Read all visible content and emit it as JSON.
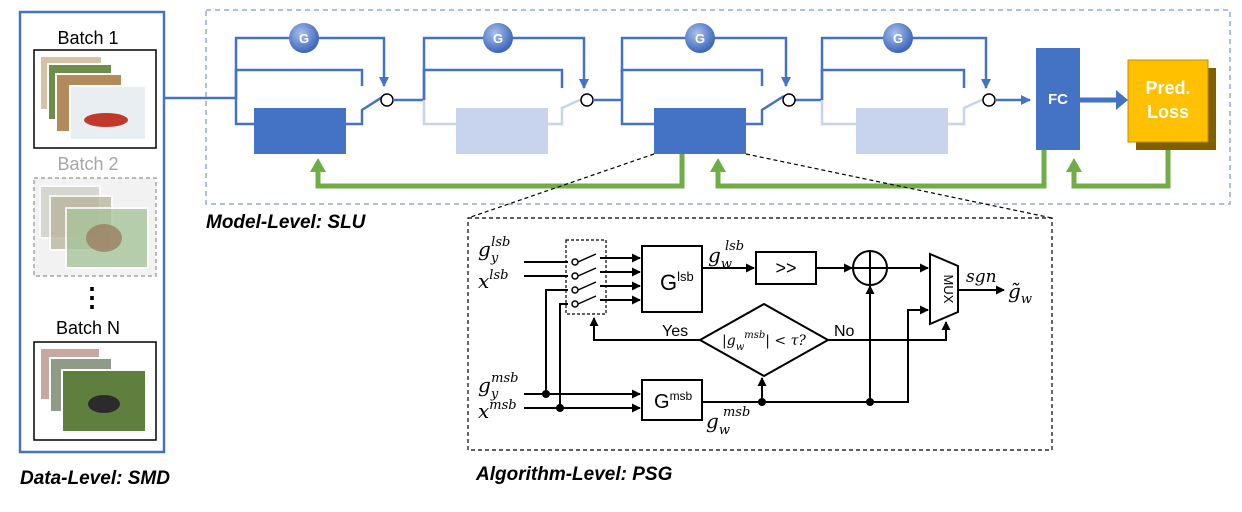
{
  "data_level": {
    "caption": "Data-Level: SMD",
    "batches": [
      {
        "label": "Batch 1",
        "state": "active"
      },
      {
        "label": "Batch 2",
        "state": "skipped"
      },
      {
        "label": "Batch N",
        "state": "active"
      }
    ],
    "ellipsis": "⋮"
  },
  "model_level": {
    "caption": "Model-Level: SLU",
    "gate_label": "G",
    "fc_label": "FC",
    "pred_loss_line1": "Pred.",
    "pred_loss_line2": "Loss",
    "layers": [
      {
        "state": "active"
      },
      {
        "state": "skipped"
      },
      {
        "state": "active"
      },
      {
        "state": "skipped"
      }
    ]
  },
  "algorithm_level": {
    "caption": "Algorithm-Level: PSG",
    "inputs": {
      "gy_lsb": "g",
      "gy_lsb_sub": "y",
      "gy_lsb_sup": "lsb",
      "x_lsb": "x",
      "x_lsb_sup": "lsb",
      "gy_msb": "g",
      "gy_msb_sub": "y",
      "gy_msb_sup": "msb",
      "x_msb": "x",
      "x_msb_sup": "msb"
    },
    "g_lsb_block": "G",
    "g_lsb_sup": "lsb",
    "g_msb_block": "G",
    "g_msb_sup": "msb",
    "gw_lsb": "g",
    "gw_lsb_sub": "w",
    "gw_lsb_sup": "lsb",
    "gw_msb": "g",
    "gw_msb_sub": "w",
    "gw_msb_sup": "msb",
    "shift_label": ">>",
    "adder_symbol": "⊕",
    "mux_label": "MUX",
    "decision_text": "|g",
    "decision_sub": "w",
    "decision_sup": "msb",
    "decision_tail": "| < τ?",
    "yes_label": "Yes",
    "no_label": "No",
    "sgn_label": "sgn",
    "output_label": "g̃",
    "output_sub": "w"
  },
  "colors": {
    "blue_dark": "#4472c4",
    "blue_light": "#c8d4ee",
    "green": "#70ad47",
    "gold": "#ffc000",
    "dash_border": "#8eaadb"
  }
}
